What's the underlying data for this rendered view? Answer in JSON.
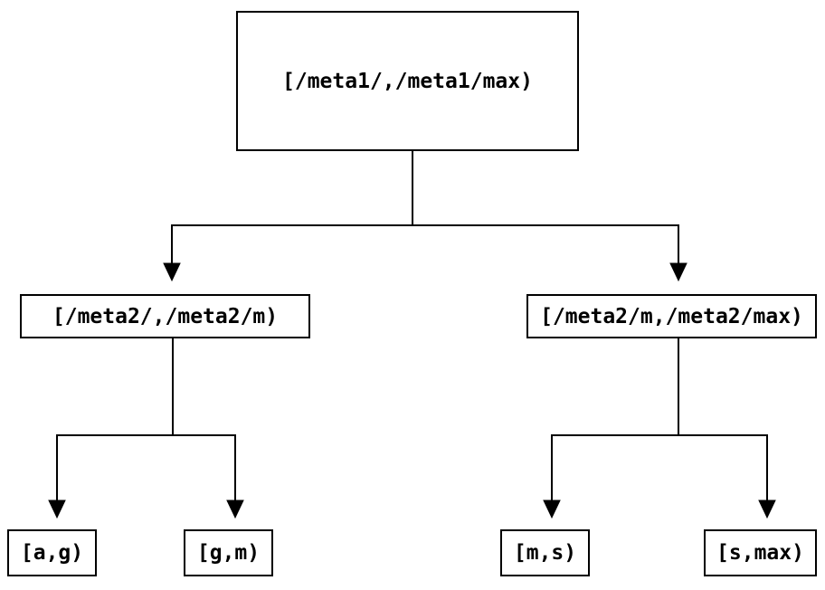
{
  "diagram": {
    "type": "interval-partition-tree"
  },
  "tree": {
    "label": "[/meta1/,/meta1/max)",
    "children": [
      {
        "label": "[/meta2/,/meta2/m)",
        "children": [
          {
            "label": "[a,g)"
          },
          {
            "label": "[g,m)"
          }
        ]
      },
      {
        "label": "[/meta2/m,/meta2/max)",
        "children": [
          {
            "label": "[m,s)"
          },
          {
            "label": "[s,max)"
          }
        ]
      }
    ]
  },
  "colors": {
    "line": "#000000",
    "box_border": "#000000",
    "box_fill": "#ffffff",
    "background": "#ffffff",
    "text": "#000000"
  }
}
